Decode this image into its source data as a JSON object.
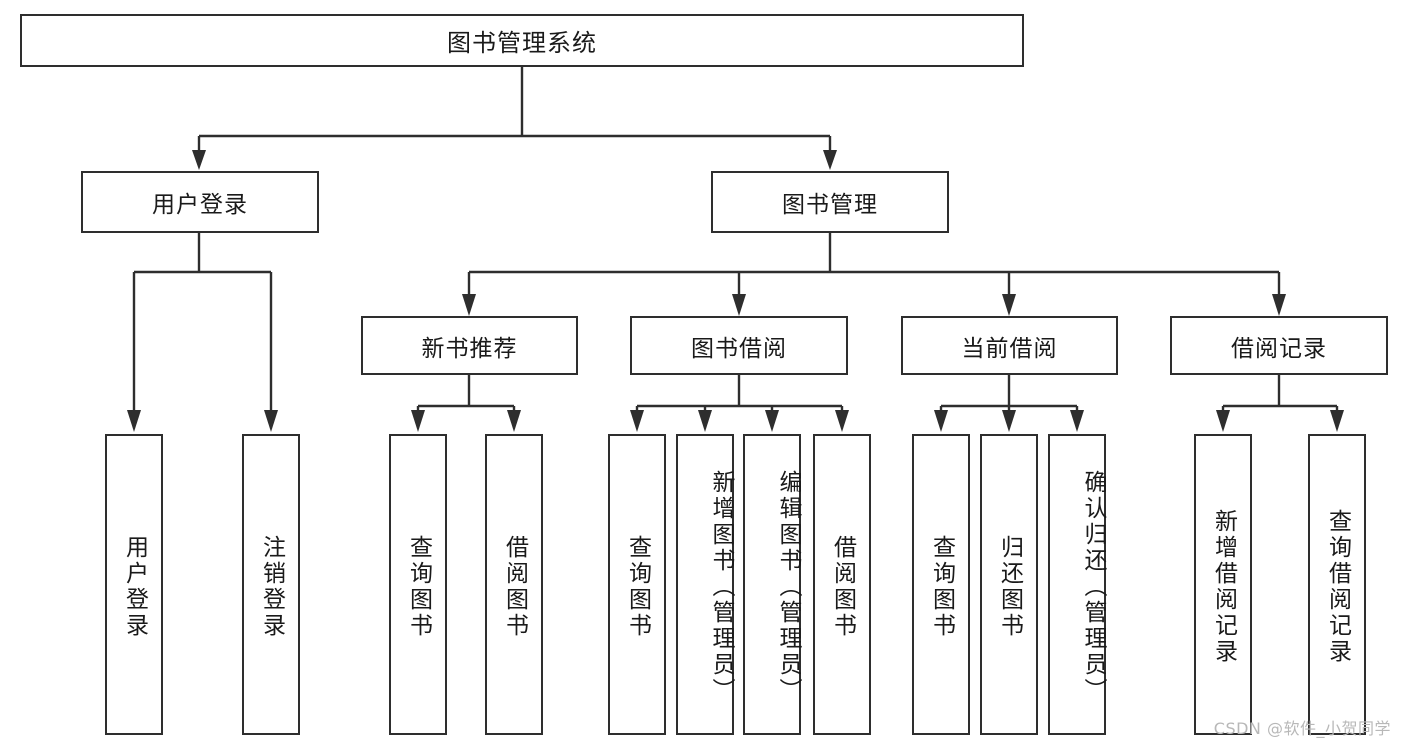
{
  "diagram": {
    "title": "图书管理系统",
    "watermark": "CSDN @软件_小贺同学",
    "colors": {
      "stroke": "#2e2e2e",
      "fill": "#ffffff",
      "text": "#1a1a1a",
      "watermark": "#b8b8b8"
    },
    "root": {
      "label": "图书管理系统"
    },
    "level2": [
      {
        "label": "用户登录"
      },
      {
        "label": "图书管理"
      }
    ],
    "level3": [
      {
        "label": "新书推荐"
      },
      {
        "label": "图书借阅"
      },
      {
        "label": "当前借阅"
      },
      {
        "label": "借阅记录"
      }
    ],
    "leaves": {
      "user_login": [
        {
          "label": "用户登录"
        },
        {
          "label": "注销登录"
        }
      ],
      "new_book_recommend": [
        {
          "label": "查询图书"
        },
        {
          "label": "借阅图书"
        }
      ],
      "book_borrow": [
        {
          "label": "查询图书"
        },
        {
          "label": "新增图书（管理员）"
        },
        {
          "label": "编辑图书（管理员）"
        },
        {
          "label": "借阅图书"
        }
      ],
      "current_borrow": [
        {
          "label": "查询图书"
        },
        {
          "label": "归还图书"
        },
        {
          "label": "确认归还（管理员）"
        }
      ],
      "borrow_records": [
        {
          "label": "新增借阅记录"
        },
        {
          "label": "查询借阅记录"
        }
      ]
    }
  }
}
